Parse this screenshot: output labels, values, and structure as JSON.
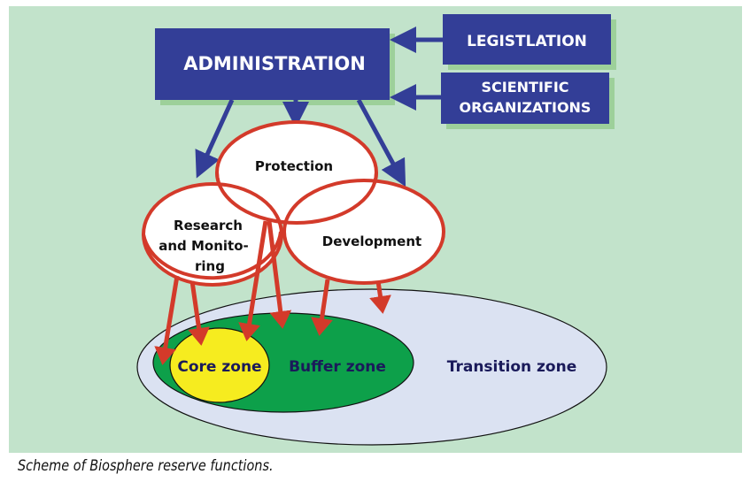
{
  "boxes": {
    "administration": "ADMINISTRATION",
    "legislation": "LEGISTLATION",
    "scientific_line1": "SCIENTIFIC",
    "scientific_line2": "ORGANIZATIONS"
  },
  "functions": {
    "protection": "Protection",
    "research_line1": "Research",
    "research_line2": "and Monito-",
    "research_line3": "ring",
    "development": "Development"
  },
  "zones": {
    "core": "Core zone",
    "buffer": "Buffer zone",
    "transition": "Transition zone"
  },
  "caption": "Scheme of  Biosphere reserve functions.",
  "colors": {
    "background": "#c2e3cb",
    "box": "#333e97",
    "box_shadow": "#9dd09a",
    "red": "#d33a2a",
    "transition": "#dbe2f2",
    "buffer": "#0da04a",
    "core": "#f6ec1f"
  }
}
